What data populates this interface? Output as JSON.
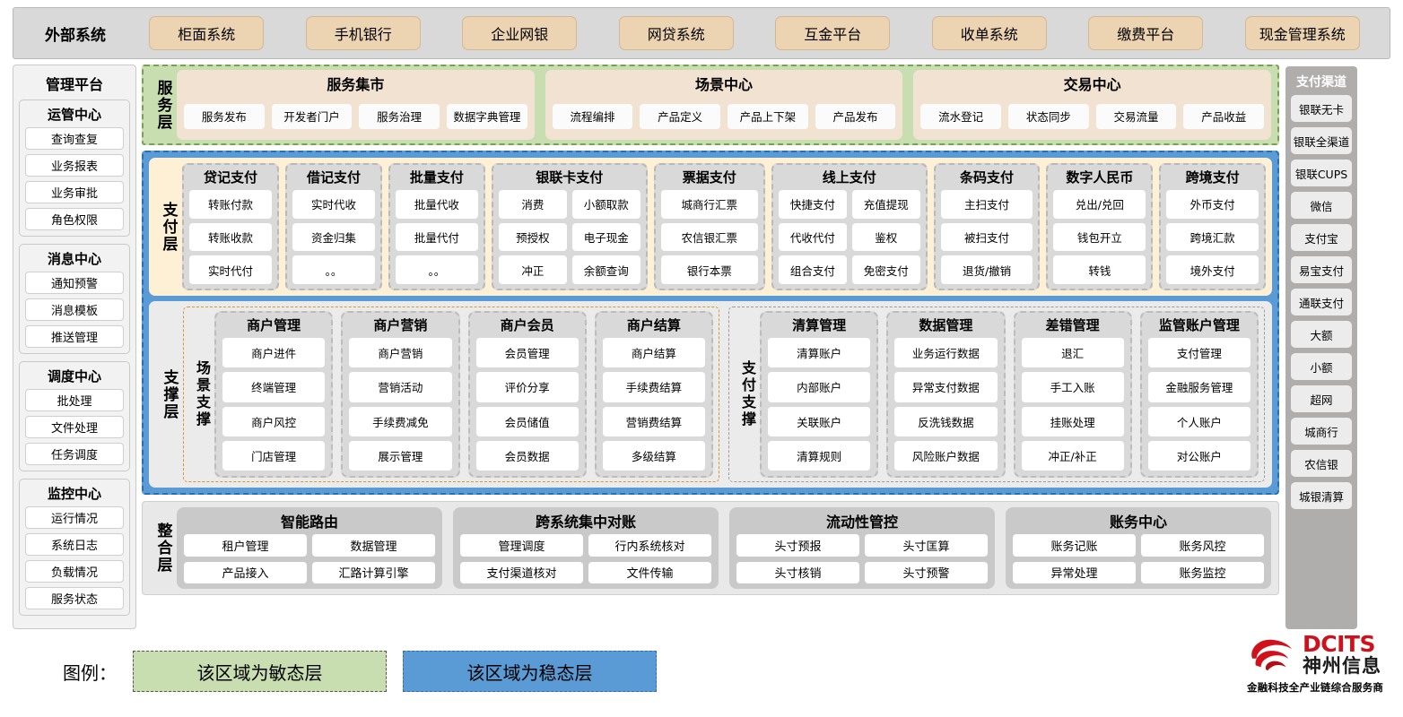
{
  "external_bar": {
    "title": "外部系统",
    "items": [
      "柜面系统",
      "手机银行",
      "企业网银",
      "网贷系统",
      "互金平台",
      "收单系统",
      "缴费平台",
      "现金管理系统"
    ]
  },
  "left_sidebar": {
    "title": "管理平台",
    "groups": [
      {
        "title": "运管中心",
        "items": [
          "查询查复",
          "业务报表",
          "业务审批",
          "角色权限"
        ]
      },
      {
        "title": "消息中心",
        "items": [
          "通知预警",
          "消息模板",
          "推送管理"
        ]
      },
      {
        "title": "调度中心",
        "items": [
          "批处理",
          "文件处理",
          "任务调度"
        ]
      },
      {
        "title": "监控中心",
        "items": [
          "运行情况",
          "系统日志",
          "负载情况",
          "服务状态"
        ]
      }
    ]
  },
  "right_sidebar": {
    "title": "支付渠道",
    "items": [
      "银联无卡",
      "银联全渠道",
      "银联CUPS",
      "微信",
      "支付宝",
      "易宝支付",
      "通联支付",
      "大额",
      "小额",
      "超网",
      "城商行",
      "农信银",
      "城银清算"
    ]
  },
  "service_layer": {
    "label": "服务层",
    "groups": [
      {
        "title": "服务集市",
        "items": [
          "服务发布",
          "开发者门户",
          "服务治理",
          "数据字典管理"
        ]
      },
      {
        "title": "场景中心",
        "items": [
          "流程编排",
          "产品定义",
          "产品上下架",
          "产品发布"
        ]
      },
      {
        "title": "交易中心",
        "items": [
          "流水登记",
          "状态同步",
          "交易流量",
          "产品收益"
        ]
      }
    ]
  },
  "payment_layer": {
    "label": "支付层",
    "groups": [
      {
        "title": "贷记支付",
        "columns": 1,
        "items": [
          "转账付款",
          "转账收款",
          "实时代付"
        ]
      },
      {
        "title": "借记支付",
        "columns": 1,
        "items": [
          "实时代收",
          "资金归集",
          "。。"
        ]
      },
      {
        "title": "批量支付",
        "columns": 1,
        "items": [
          "批量代收",
          "批量代付",
          "。。"
        ]
      },
      {
        "title": "银联卡支付",
        "columns": 2,
        "items": [
          "消费",
          "小额取款",
          "预授权",
          "电子现金",
          "冲正",
          "余额查询"
        ]
      },
      {
        "title": "票据支付",
        "columns": 1,
        "items": [
          "城商行汇票",
          "农信银汇票",
          "银行本票"
        ]
      },
      {
        "title": "线上支付",
        "columns": 2,
        "items": [
          "快捷支付",
          "充值提现",
          "代收代付",
          "鉴权",
          "组合支付",
          "免密支付"
        ]
      },
      {
        "title": "条码支付",
        "columns": 1,
        "items": [
          "主扫支付",
          "被扫支付",
          "退货/撤销"
        ]
      },
      {
        "title": "数字人民币",
        "columns": 1,
        "items": [
          "兑出/兑回",
          "钱包开立",
          "转钱"
        ]
      },
      {
        "title": "跨境支付",
        "columns": 1,
        "items": [
          "外币支付",
          "跨境汇款",
          "境外支付"
        ]
      }
    ]
  },
  "support_layer": {
    "label": "支撑层",
    "scene": {
      "label": "场景支撑",
      "groups": [
        {
          "title": "商户管理",
          "items": [
            "商户进件",
            "终端管理",
            "商户风控",
            "门店管理"
          ]
        },
        {
          "title": "商户营销",
          "items": [
            "商户营销",
            "营销活动",
            "手续费减免",
            "展示管理"
          ]
        },
        {
          "title": "商户会员",
          "items": [
            "会员管理",
            "评价分享",
            "会员储值",
            "会员数据"
          ]
        },
        {
          "title": "商户结算",
          "items": [
            "商户结算",
            "手续费结算",
            "营销费结算",
            "多级结算"
          ]
        }
      ]
    },
    "pay_support": {
      "label": "支付支撑",
      "groups": [
        {
          "title": "清算管理",
          "items": [
            "清算账户",
            "内部账户",
            "关联账户",
            "清算规则"
          ]
        },
        {
          "title": "数据管理",
          "items": [
            "业务运行数据",
            "异常支付数据",
            "反洗钱数据",
            "风险账户数据"
          ]
        },
        {
          "title": "差错管理",
          "items": [
            "退汇",
            "手工入账",
            "挂账处理",
            "冲正/补正"
          ]
        },
        {
          "title": "监管账户管理",
          "items": [
            "支付管理",
            "金融服务管理",
            "个人账户",
            "对公账户"
          ]
        }
      ]
    }
  },
  "integration_layer": {
    "label": "整合层",
    "groups": [
      {
        "title": "智能路由",
        "items": [
          "租户管理",
          "数据管理",
          "产品接入",
          "汇路计算引擎"
        ]
      },
      {
        "title": "跨系统集中对账",
        "items": [
          "管理调度",
          "行内系统核对",
          "支付渠道核对",
          "文件传输"
        ]
      },
      {
        "title": "流动性管控",
        "items": [
          "头寸预报",
          "头寸匡算",
          "头寸核销",
          "头寸预警"
        ]
      },
      {
        "title": "账务中心",
        "items": [
          "账务记账",
          "账务风控",
          "异常处理",
          "账务监控"
        ]
      }
    ]
  },
  "legend": {
    "label": "图例：",
    "agile": "该区域为敏态层",
    "stable": "该区域为稳态层"
  },
  "logo": {
    "brand_en": "DCITS",
    "brand_cn": "神州信息",
    "tagline": "金融科技全产业链综合服务商"
  },
  "colors": {
    "agile_green": "#c8ddb0",
    "stable_blue": "#5b9bd5",
    "payment_cream": "#fdf0d4",
    "external_chip": "#ecd3b2",
    "brand_red": "#d0111b",
    "channel_gray": "#b0aead"
  }
}
